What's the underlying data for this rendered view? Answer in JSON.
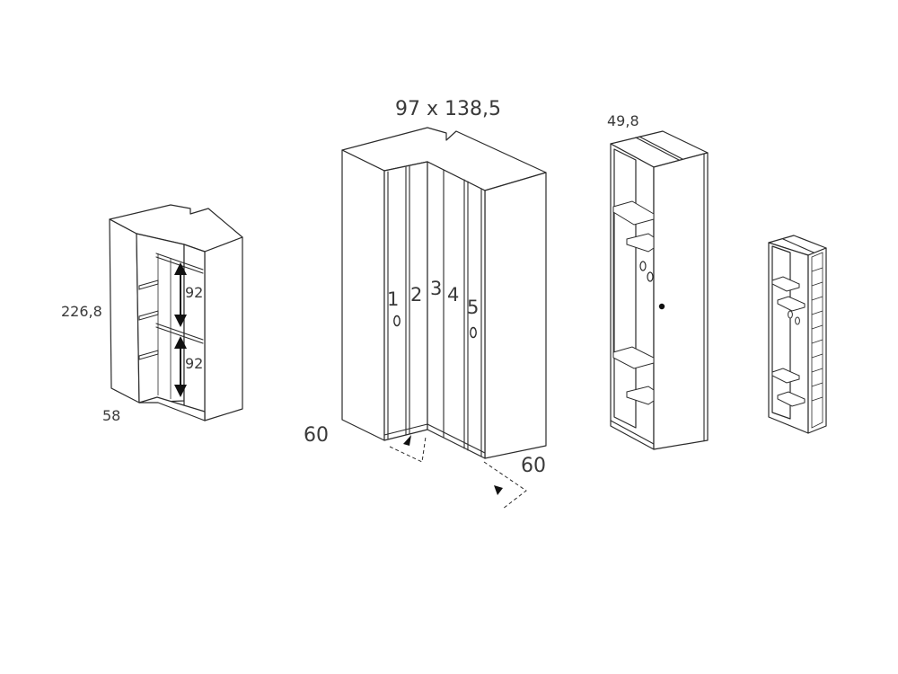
{
  "corner_unit": {
    "height_label": "226,8",
    "depth_label": "58",
    "upper_space_label": "92",
    "lower_space_label": "92"
  },
  "main_wardrobe": {
    "size_label": "97 x 138,5",
    "left_depth_label": "60",
    "right_depth_label": "60",
    "door_numbers": [
      "1",
      "2",
      "3",
      "4",
      "5"
    ]
  },
  "end_unit": {
    "width_label": "49,8"
  }
}
